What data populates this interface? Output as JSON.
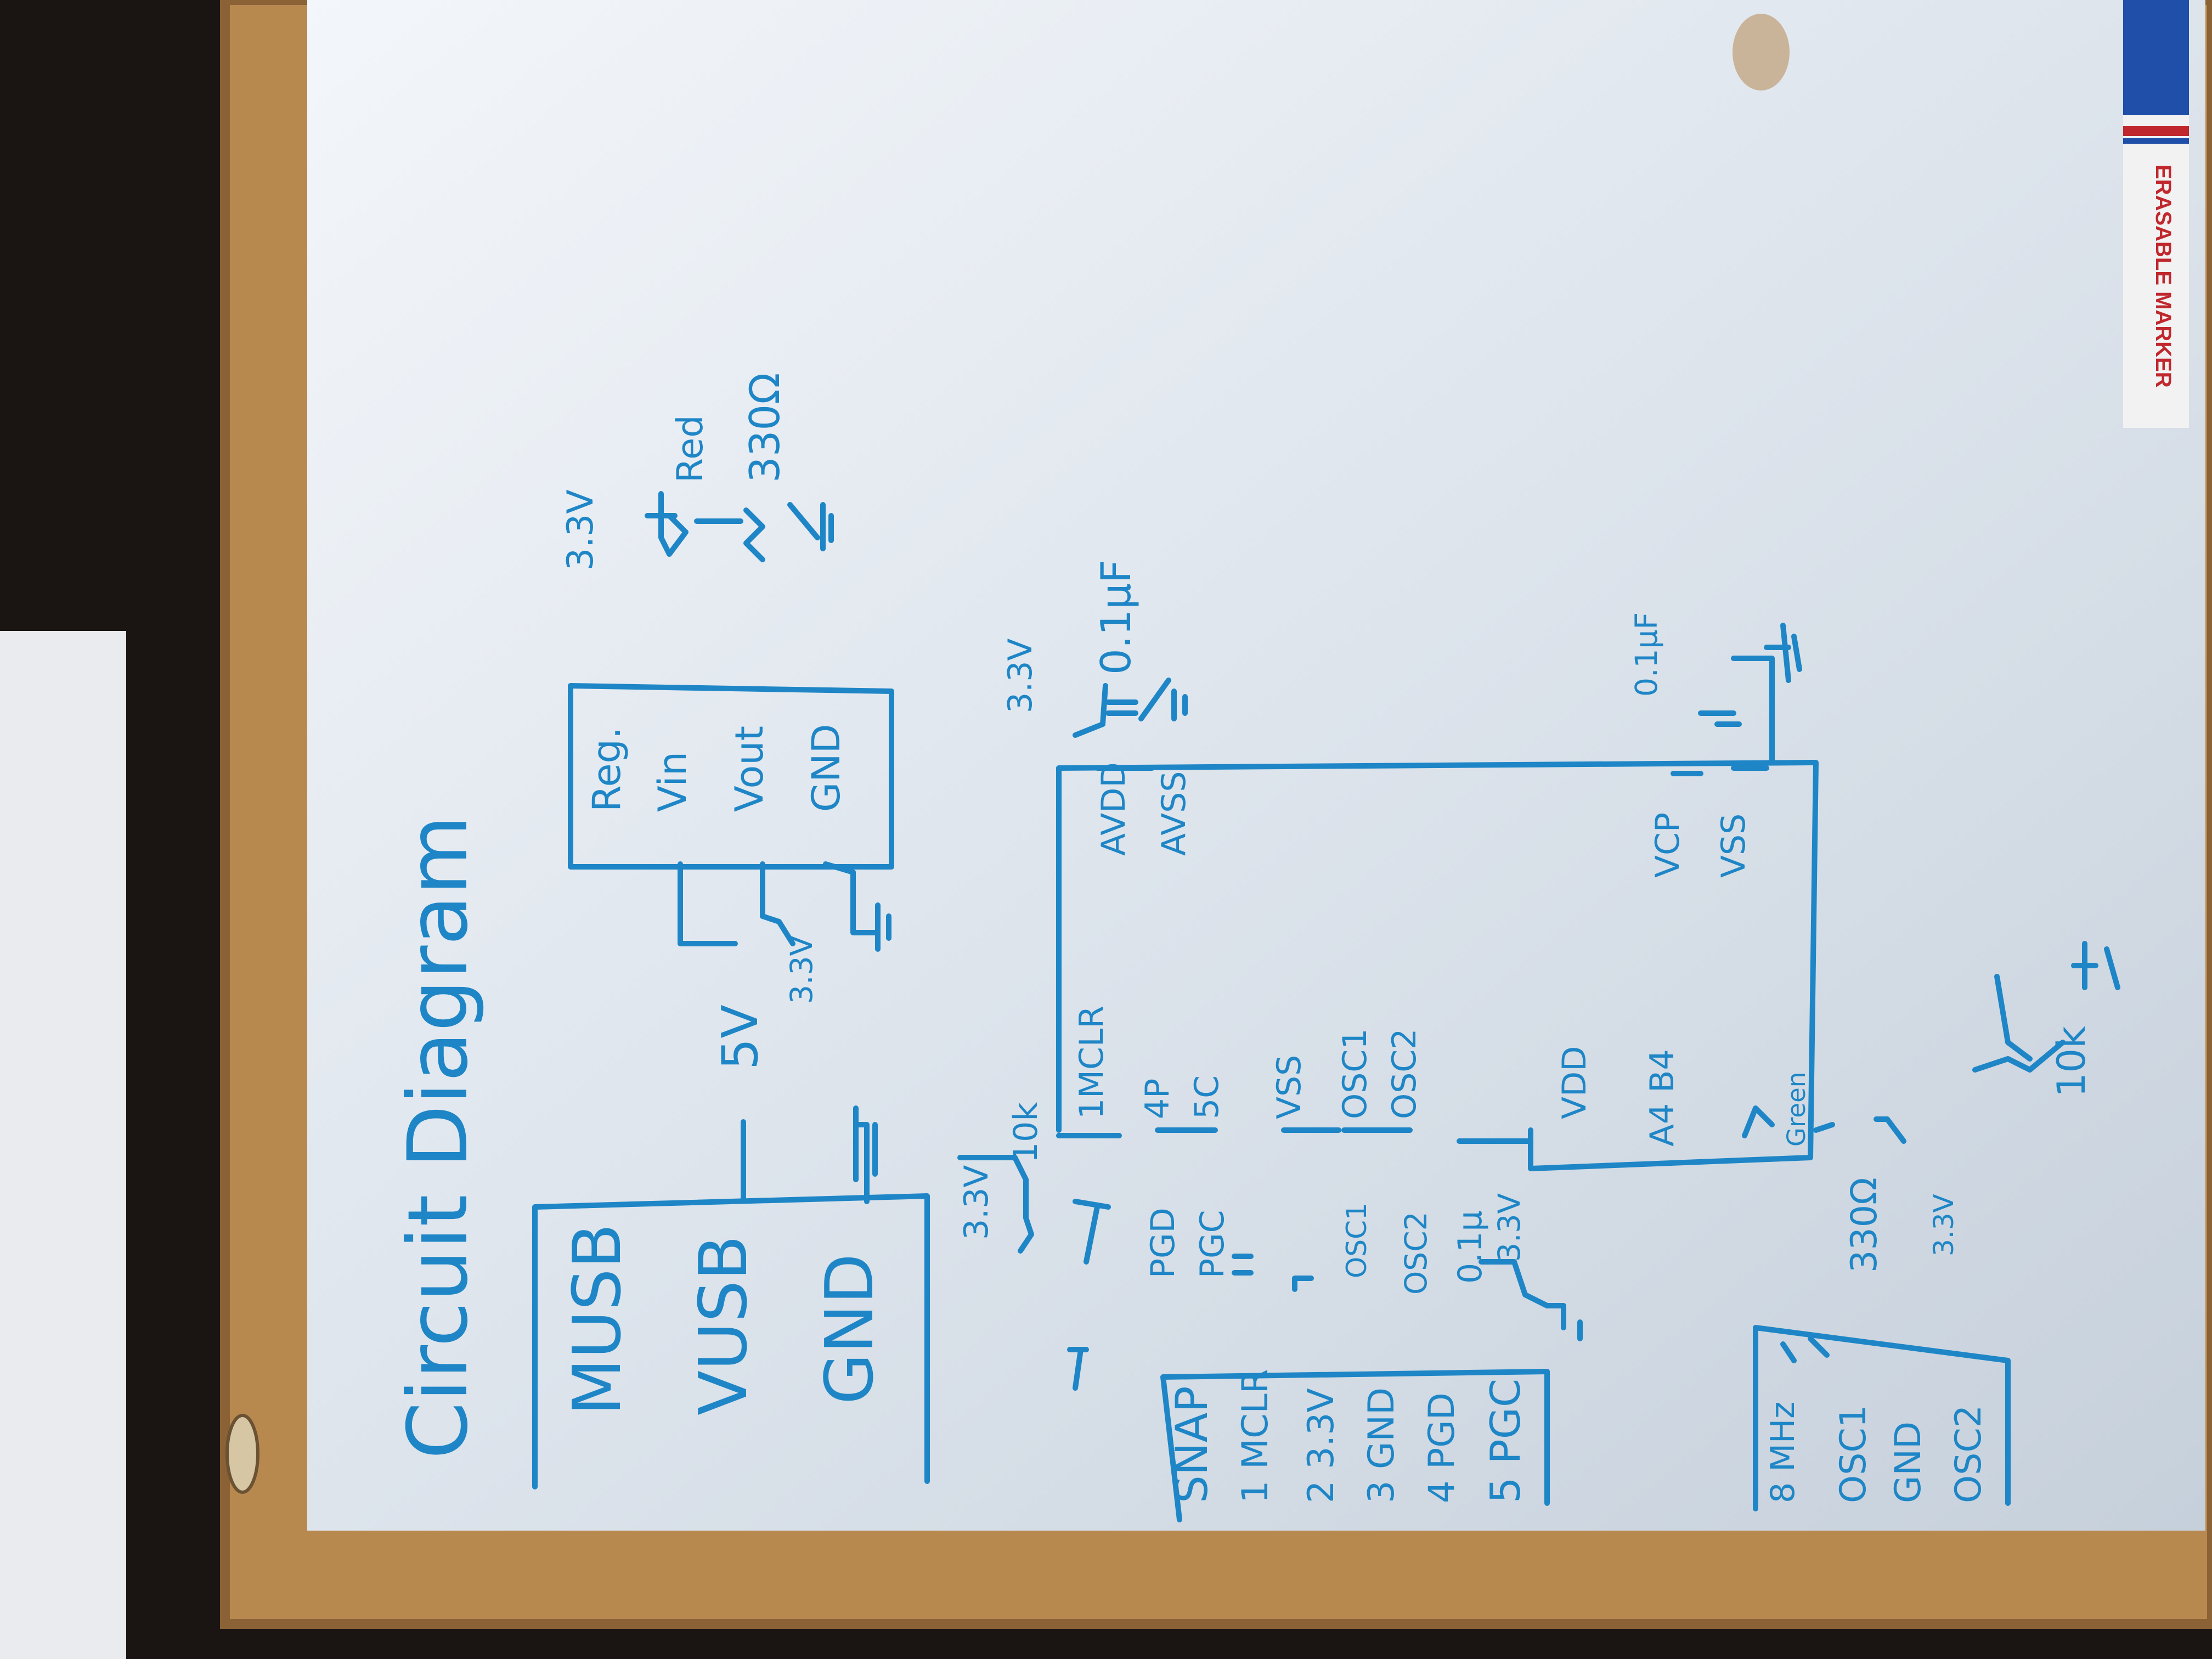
{
  "colors": {
    "ink": "#1e86c6",
    "board": "#d9e1ea",
    "frame": "#b8894f",
    "background": "#1a1512",
    "marker_body": "#f2f2f2",
    "marker_cap": "#1f4fa8",
    "marker_text": "#c0282d"
  },
  "marker": {
    "label": "ERASABLE MARKER"
  },
  "board": {
    "title": "Circuit Diagram",
    "usb_block": {
      "labels": [
        "MUSB",
        "VUSB",
        "GND"
      ],
      "net_label": "5V"
    },
    "regulator": {
      "labels": [
        "Reg.",
        "Vin",
        "Vout",
        "GND"
      ],
      "out_label": "3.3V"
    },
    "power_led": {
      "supply": "3.3V",
      "led": "Red",
      "resistor": "330Ω"
    },
    "mcu_pins_left": [
      "1MCLR",
      "4P",
      "5C",
      "VSS",
      "OSC1",
      "OSC2",
      "VDD",
      "A4 B4"
    ],
    "mcu_pins_right": [
      "AVDD",
      "AVSS",
      "VCP",
      "VSS"
    ],
    "decoupling": {
      "cap_top": "0.1μF",
      "cap_left": "0.1μ",
      "cap_right": "0.1μF",
      "supply": "3.3V"
    },
    "mclr_pullup": {
      "supply": "3.3V",
      "resistor": "10k"
    },
    "program_signals": [
      "PGD",
      "PGC",
      "OSC1",
      "OSC2",
      "3.3V"
    ],
    "snap_header": {
      "title": "SNAP",
      "pins": [
        "1 MCLR",
        "2 3.3V",
        "3 GND",
        "4 PGD",
        "5 PGC"
      ]
    },
    "crystal": {
      "freq": "8 MHz",
      "pins": [
        "OSC1",
        "GND",
        "OSC2"
      ]
    },
    "green_led": {
      "led": "Green",
      "resistor": "330Ω"
    },
    "button": {
      "supply": "3.3V",
      "resistor": "10k"
    }
  }
}
